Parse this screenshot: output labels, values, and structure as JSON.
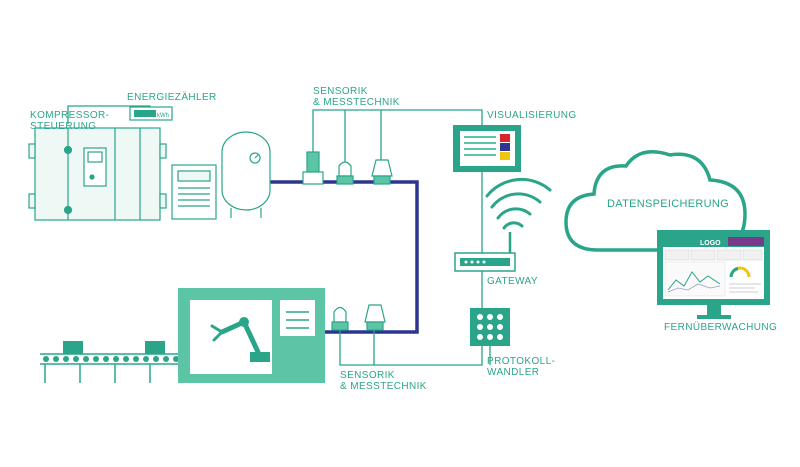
{
  "labels": {
    "kompressor": "KOMPRESSOR-\nSTEUERUNG",
    "energiezaehler": "ENERGIEZÄHLER",
    "kwh": "kWh",
    "sensorik_top": "SENSORIK\n& MESSTECHNIK",
    "visualisierung": "VISUALISIERUNG",
    "datenspeicherung": "DATENSPEICHERUNG",
    "gateway": "GATEWAY",
    "protokoll": "PROTOKOLL-\nWANDLER",
    "sensorik_bottom": "SENSORIK\n& MESSTECHNIK",
    "fernueberwachung": "FERNÜBERWACHUNG",
    "monitor_logo": "LOGO"
  },
  "colors": {
    "green": "#2aa58a",
    "green_fill": "#5cc5a6",
    "light_fill": "#e8f7f2",
    "navy": "#2c3590",
    "screen_red": "#d9232d",
    "screen_blue": "#2c3590",
    "screen_yellow": "#f1c40f"
  }
}
